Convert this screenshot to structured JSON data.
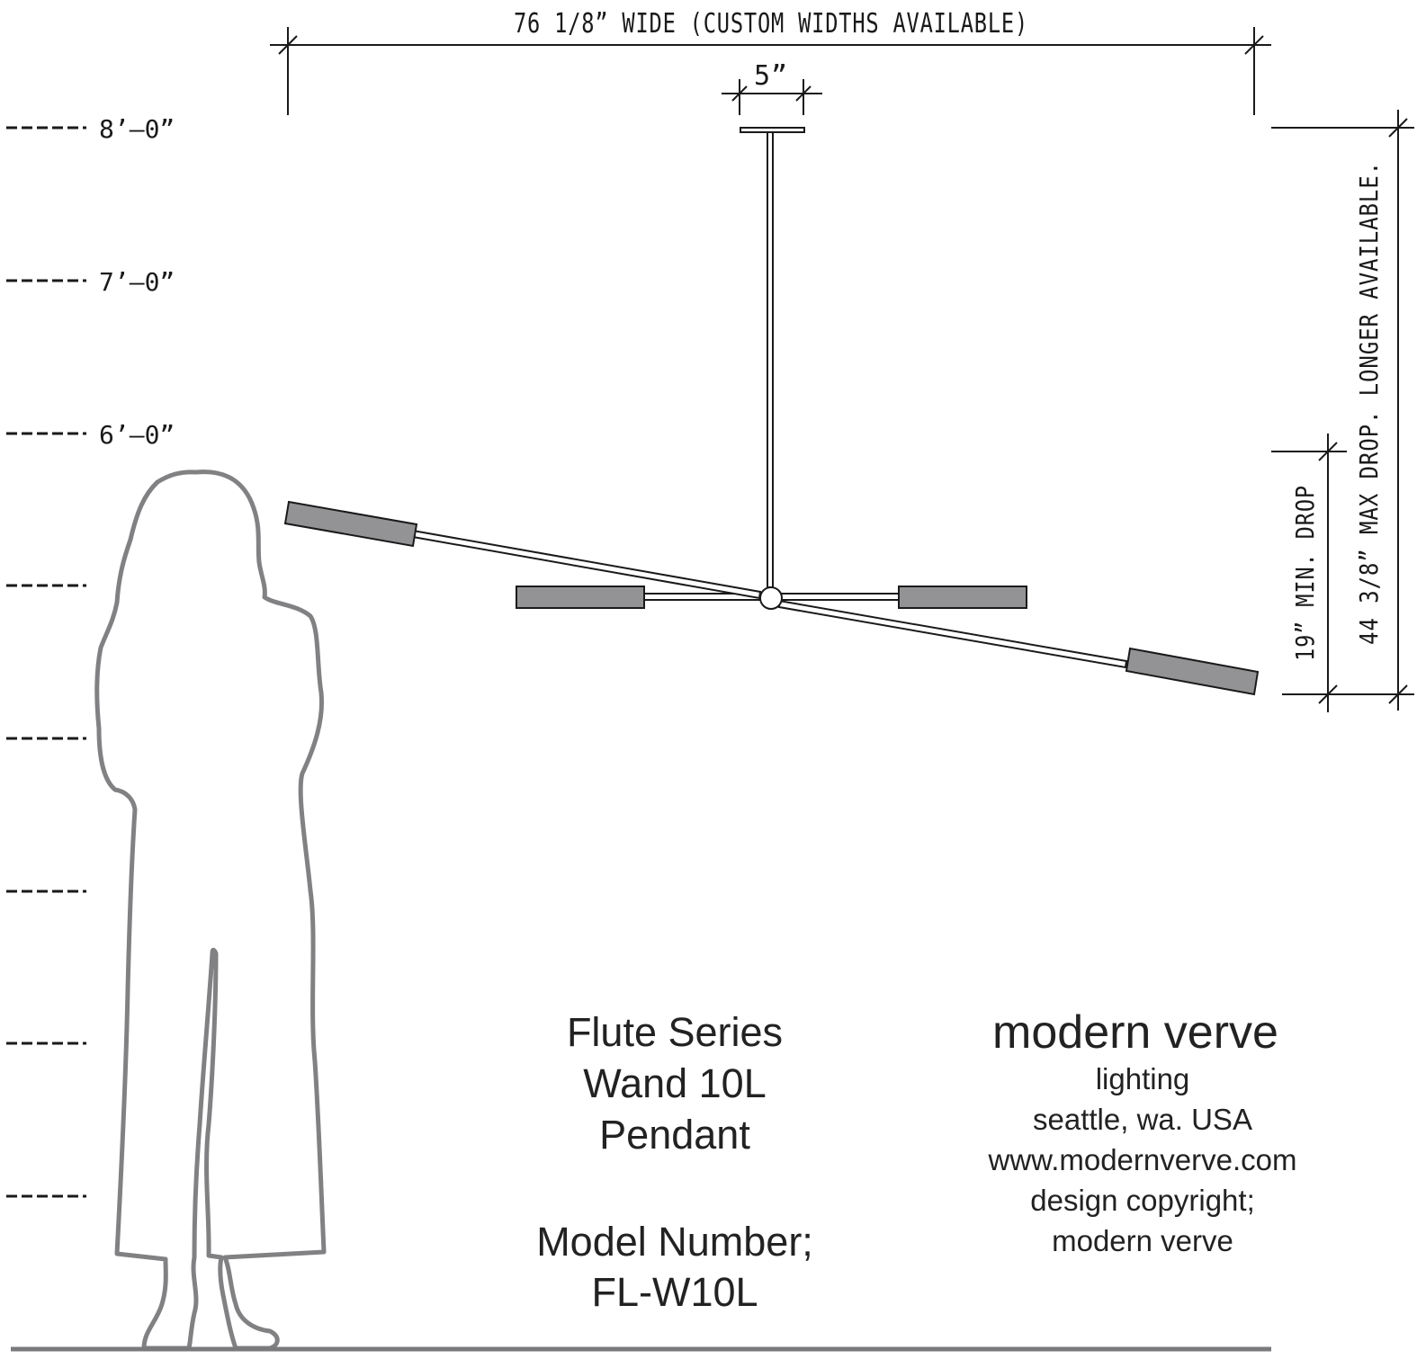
{
  "colors": {
    "line": "#1a1a1a",
    "silhouette": "#818083",
    "shade": "#939396",
    "floor": "#7a797c"
  },
  "icons": {
    "figure": "human-silhouette-icon",
    "fixture": "pendant-fixture-icon"
  },
  "dimensions": {
    "width_label": "76 1/8” WIDE (CUSTOM WIDTHS AVAILABLE)",
    "canopy_label": "5”",
    "min_drop_label": "19” MIN. DROP",
    "max_drop_label": "44 3/8” MAX DROP. LONGER AVAILABLE."
  },
  "height_scale": {
    "labels": [
      "8’–0”",
      "7’–0”",
      "6’–0”"
    ]
  },
  "product": {
    "series": "Flute Series",
    "name": "Wand 10L",
    "type": "Pendant",
    "model_label": "Model Number;",
    "model_number": "FL-W10L"
  },
  "brand": {
    "name": "modern verve",
    "tagline": "lighting",
    "location": "seattle, wa. USA",
    "website": "www.modernverve.com",
    "copyright_line1": "design copyright;",
    "copyright_line2": "modern verve"
  }
}
